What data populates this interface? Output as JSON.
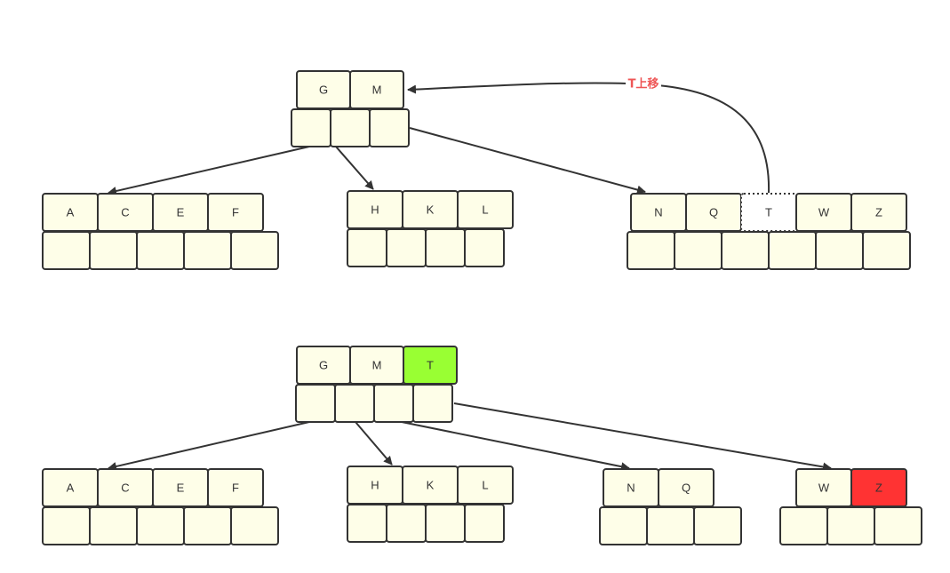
{
  "colors": {
    "node_fill": "#fefee8",
    "stroke": "#333333",
    "promoted_key": "#99ff33",
    "split_key": "#ff3333",
    "annotation": "#ee5555"
  },
  "before": {
    "root": {
      "keys": [
        "G",
        "M"
      ],
      "pointers": 3
    },
    "children": [
      {
        "keys": [
          "A",
          "C",
          "E",
          "F"
        ],
        "pointers": 5
      },
      {
        "keys": [
          "H",
          "K",
          "L"
        ],
        "pointers": 4
      },
      {
        "keys": [
          "N",
          "Q",
          "T",
          "W",
          "Z"
        ],
        "pointers": 6,
        "moving_key": "T"
      }
    ],
    "annotation": "T上移"
  },
  "after": {
    "root": {
      "keys": [
        "G",
        "M",
        "T"
      ],
      "pointers": 4,
      "highlight": "T"
    },
    "children": [
      {
        "keys": [
          "A",
          "C",
          "E",
          "F"
        ],
        "pointers": 5
      },
      {
        "keys": [
          "H",
          "K",
          "L"
        ],
        "pointers": 4
      },
      {
        "keys": [
          "N",
          "Q"
        ],
        "pointers": 3
      },
      {
        "keys": [
          "W",
          "Z"
        ],
        "pointers": 3,
        "highlight": "Z"
      }
    ]
  }
}
